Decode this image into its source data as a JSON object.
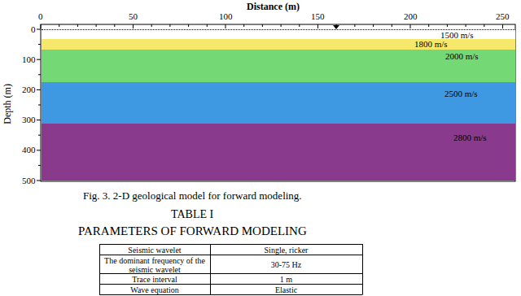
{
  "diagram": {
    "caption": "Fig. 3. 2-D geological model for forward modeling.",
    "nodes": [
      {
        "text": [
          "1500 m/s"
        ]
      },
      {
        "text": [
          "1800 m/s"
        ]
      },
      {
        "text": [
          "2000 m/s"
        ]
      },
      {
        "text": [
          "2500 m/s"
        ]
      },
      {
        "text": [
          "2800 m/s"
        ]
      }
    ],
    "labels": [
      "Distance (m)",
      "0",
      "50",
      "100",
      "150",
      "200",
      "250",
      "Depth (m)",
      "0",
      "100",
      "200",
      "300",
      "400",
      "500",
      "TABLE I",
      "PARAMETERS OF FORWARD MODELING",
      "Seismic wavelet",
      "Single, ricker",
      "The dominant frequency of the seismic wavelet",
      "30-75 Hz",
      "Trace interval",
      "1 m",
      "Wave equation",
      "Elastic"
    ]
  }
}
